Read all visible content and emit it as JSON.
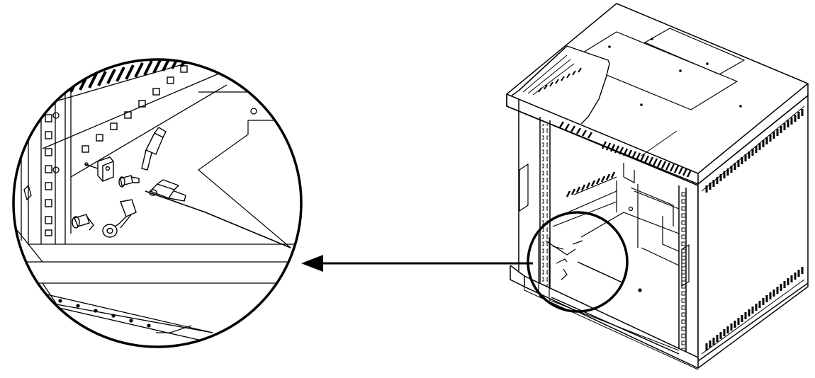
{
  "figure": {
    "background_color": "#ffffff",
    "line_color": "#000000",
    "components": [
      "wall-mount-rack-cabinet",
      "rack-mounting-rail",
      "ground-bracket",
      "mounting-screw",
      "ring-terminal",
      "cable-connector",
      "ground-wire",
      "detail-callout-circle",
      "zoom-callout-arrow"
    ]
  }
}
